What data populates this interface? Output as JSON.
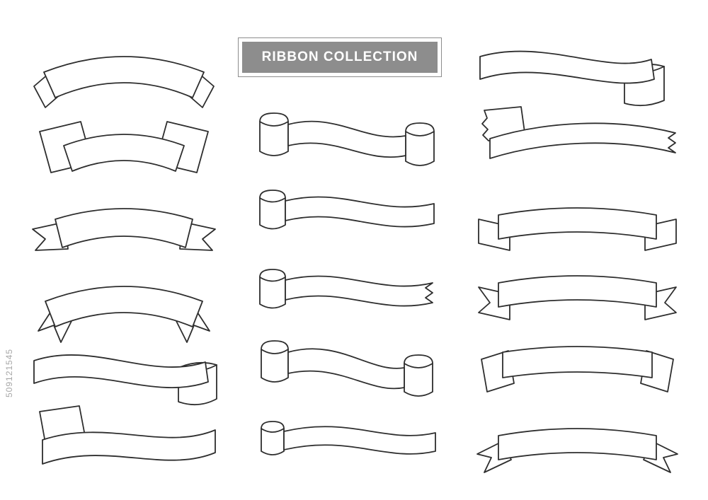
{
  "title": {
    "text": "RIBBON COLLECTION"
  },
  "watermark": {
    "text": "509121545"
  },
  "colors": {
    "background": "#ffffff",
    "outline": "#2e2e2e",
    "title_bg": "#8d8d8d",
    "title_text": "#ffffff",
    "watermark_text": "#a6a6a6"
  },
  "ribbons": [
    {
      "name": "arched-ribbon-folded-ends"
    },
    {
      "name": "arched-ribbon-square-tilted-ends"
    },
    {
      "name": "arched-ribbon-swallowtail-side-ends"
    },
    {
      "name": "arched-ribbon-swallowtail-hanging-ends"
    },
    {
      "name": "wavy-ribbon-rolled-right-end"
    },
    {
      "name": "wavy-ribbon-folded-left-end"
    },
    {
      "name": "scroll-ribbon-rolled-both-ends"
    },
    {
      "name": "scroll-ribbon-rolled-left-end"
    },
    {
      "name": "scroll-ribbon-zigzag-right-end"
    },
    {
      "name": "scroll-ribbon-rolled-both-ends-deep-wave"
    },
    {
      "name": "scroll-ribbon-gentle-wave"
    },
    {
      "name": "wavy-ribbon-rolled-right-end-2"
    },
    {
      "name": "ribbon-zigzag-both-ends"
    },
    {
      "name": "banner-ribbon-straight-side-panels"
    },
    {
      "name": "banner-ribbon-swallowtail-side-panels"
    },
    {
      "name": "banner-ribbon-folded-angled-ends"
    },
    {
      "name": "banner-ribbon-swallowtail-angled-ends"
    }
  ]
}
